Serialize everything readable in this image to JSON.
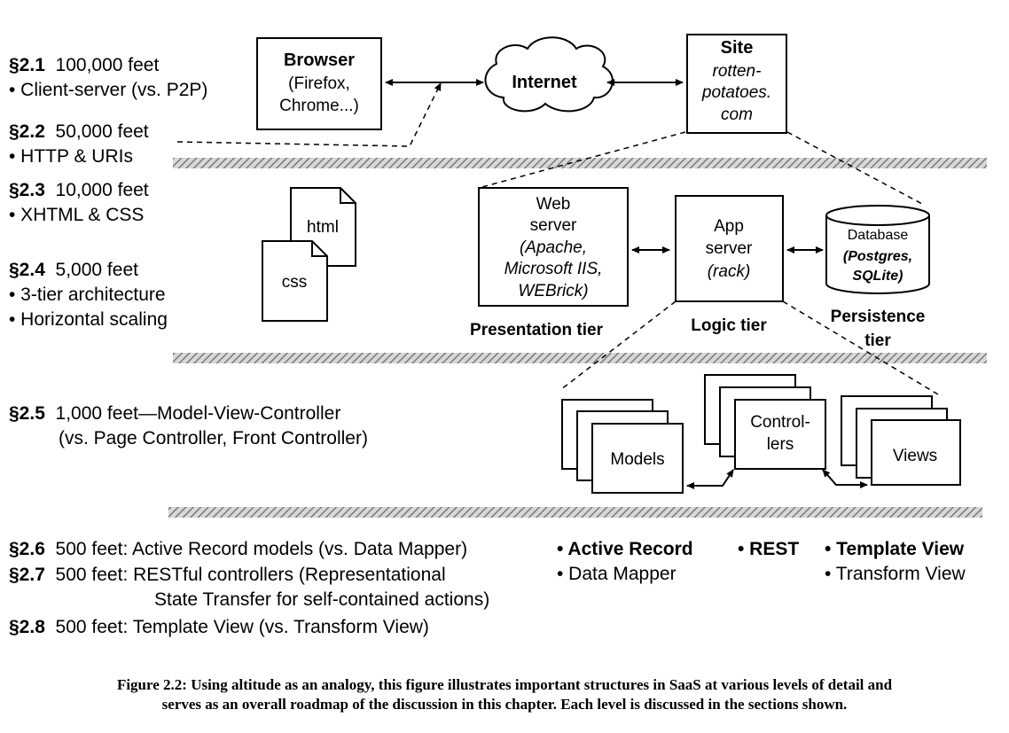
{
  "sections": [
    {
      "id": "§2.1",
      "alt": "100,000 feet",
      "bullets": [
        "• Client-server (vs. P2P)"
      ]
    },
    {
      "id": "§2.2",
      "alt": "50,000 feet",
      "bullets": [
        "• HTTP & URIs"
      ]
    },
    {
      "id": "§2.3",
      "alt": "10,000 feet",
      "bullets": [
        "• XHTML & CSS"
      ]
    },
    {
      "id": "§2.4",
      "alt": "5,000 feet",
      "bullets": [
        "• 3-tier architecture",
        "• Horizontal scaling"
      ]
    },
    {
      "id": "§2.5",
      "alt": "1,000 feet—Model-View-Controller",
      "bullets": [
        "(vs. Page Controller, Front Controller)"
      ]
    },
    {
      "id": "§2.6",
      "alt": "500 feet: Active Record models (vs. Data Mapper)",
      "bullets": []
    },
    {
      "id": "§2.7",
      "alt": "500 feet: RESTful controllers (Representational",
      "bullets": [
        "State Transfer for self-contained actions)"
      ]
    },
    {
      "id": "§2.8",
      "alt": "500 feet: Template View (vs. Transform View)",
      "bullets": []
    }
  ],
  "level1": {
    "browser": {
      "title": "Browser",
      "lines": [
        "(Firefox,",
        "Chrome...)"
      ]
    },
    "internet": "Internet",
    "site": {
      "title": "Site",
      "lines": [
        "rotten-",
        "potatoes.",
        "com"
      ]
    }
  },
  "level2": {
    "html_file": "html",
    "css_file": "css",
    "web_server": {
      "lines": [
        "Web",
        "server"
      ],
      "italic": [
        "(Apache,",
        "Microsoft IIS,",
        "WEBrick)"
      ]
    },
    "app_server": {
      "lines": [
        "App",
        "server"
      ],
      "italic": [
        "(rack)"
      ]
    },
    "database": {
      "title": "Database",
      "italic": [
        "(Postgres,",
        "SQLite)"
      ]
    },
    "tiers": [
      "Presentation tier",
      "Logic tier",
      "Persistence",
      "tier"
    ]
  },
  "level3": {
    "models": "Models",
    "controllers": [
      "Control-",
      "lers"
    ],
    "views": "Views"
  },
  "patterns": {
    "col1": [
      "• Active Record",
      "• Data Mapper"
    ],
    "col2": [
      "• REST"
    ],
    "col3": [
      "• Template View",
      "• Transform View"
    ]
  },
  "caption": [
    "Figure 2.2: Using altitude as an analogy, this figure illustrates important structures in SaaS at various levels of detail and",
    "serves as an overall roadmap of the discussion in this chapter. Each level is discussed in the sections shown."
  ]
}
